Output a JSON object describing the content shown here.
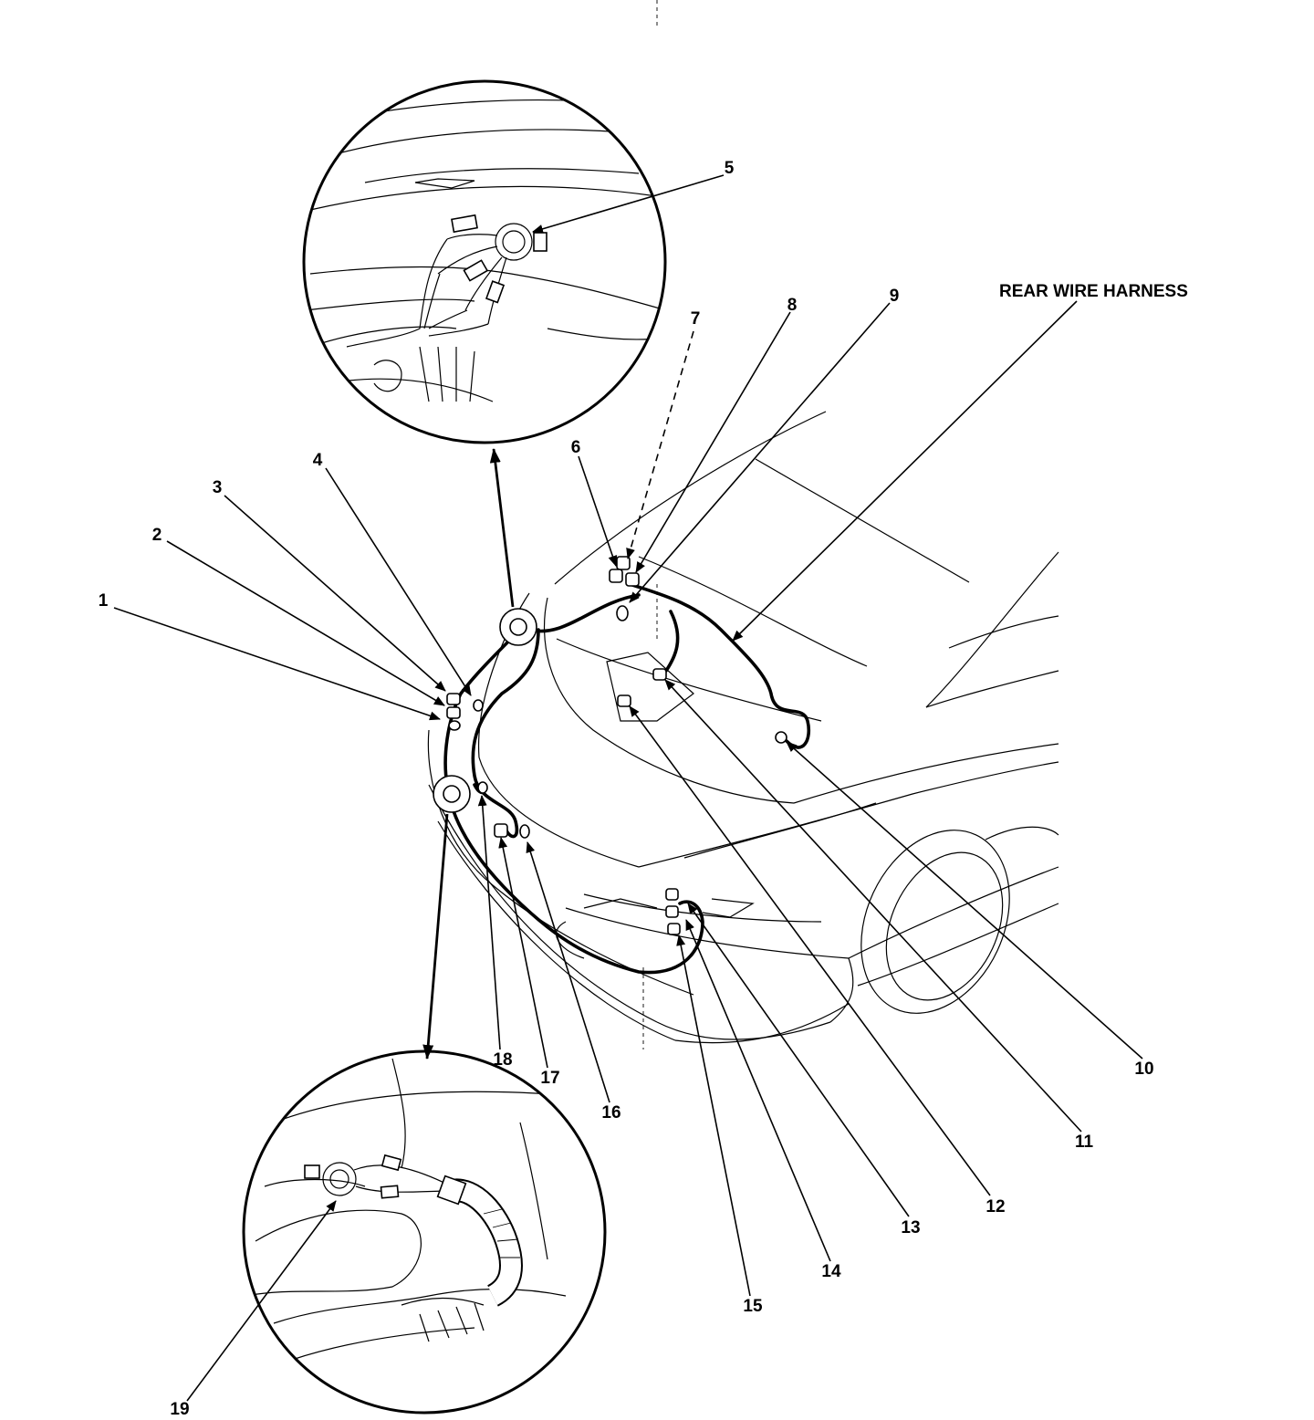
{
  "harness_label": "REAR WIRE HARNESS",
  "callouts": [
    "1",
    "2",
    "3",
    "4",
    "5",
    "6",
    "7",
    "8",
    "9",
    "10",
    "11",
    "12",
    "13",
    "14",
    "15",
    "16",
    "17",
    "18",
    "19"
  ]
}
